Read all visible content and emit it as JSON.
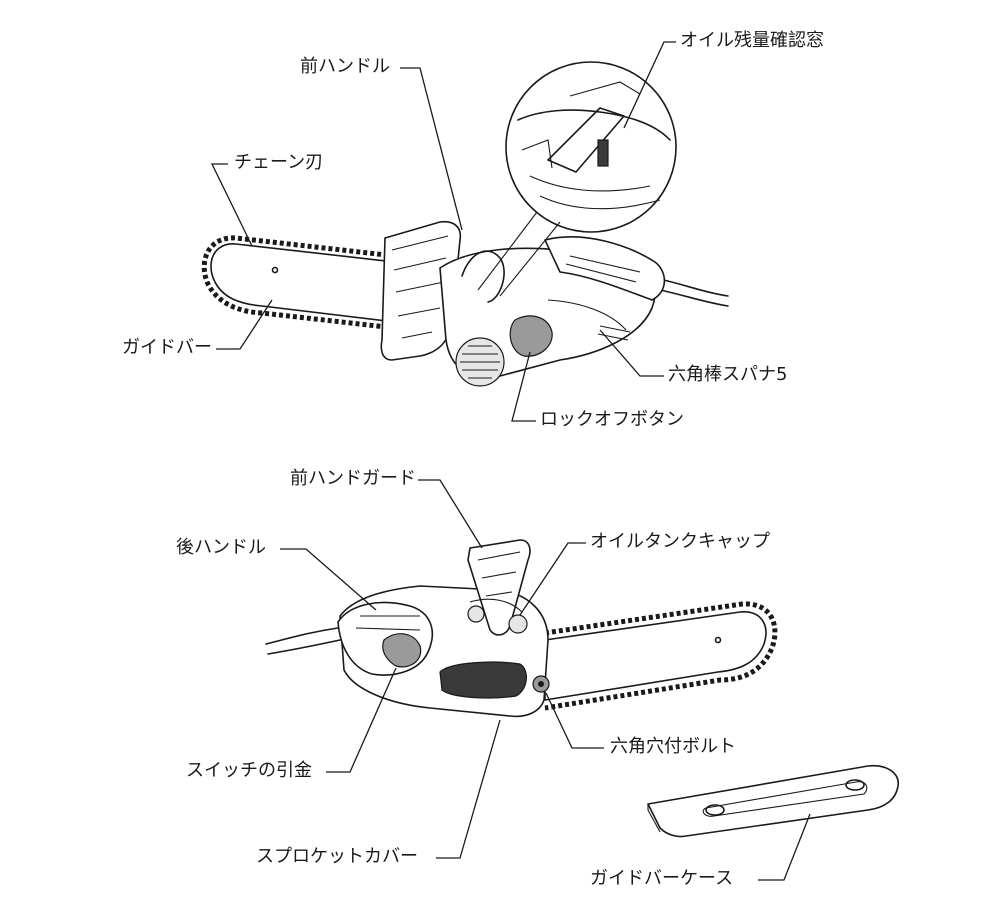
{
  "labels": {
    "oil_window": "オイル残量確認窓",
    "front_handle": "前ハンドル",
    "chain_blade": "チェーン刃",
    "guide_bar": "ガイドバー",
    "hex_wrench": "六角棒スパナ5",
    "lock_off_button": "ロックオフボタン",
    "front_hand_guard": "前ハンドガード",
    "rear_handle": "後ハンドル",
    "oil_tank_cap": "オイルタンクキャップ",
    "switch_trigger": "スイッチの引金",
    "hex_socket_bolt": "六角穴付ボルト",
    "sprocket_cover": "スプロケットカバー",
    "guide_bar_case": "ガイドバーケース"
  }
}
